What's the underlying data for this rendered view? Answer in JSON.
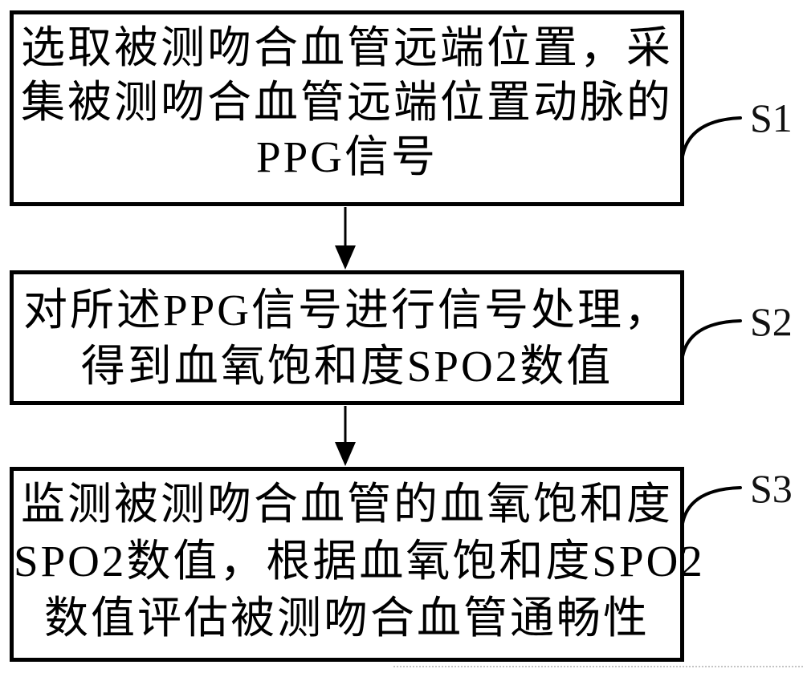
{
  "figure": {
    "background_color": "#ffffff",
    "line_color": "#000000",
    "type": "patent-method-flowchart"
  },
  "flowchart": {
    "steps": [
      {
        "label": "S1",
        "lines": [
          "选取被测吻合血管远端位置，采",
          "集被测吻合血管远端位置动脉的",
          "PPG信号"
        ]
      },
      {
        "label": "S2",
        "lines": [
          "对所述PPG信号进行信号处理，",
          "得到血氧饱和度SPO2数值"
        ]
      },
      {
        "label": "S3",
        "lines": [
          "监测被测吻合血管的血氧饱和度",
          "SPO2数值，根据血氧饱和度SPO2",
          "数值评估被测吻合血管通畅性"
        ]
      }
    ]
  }
}
